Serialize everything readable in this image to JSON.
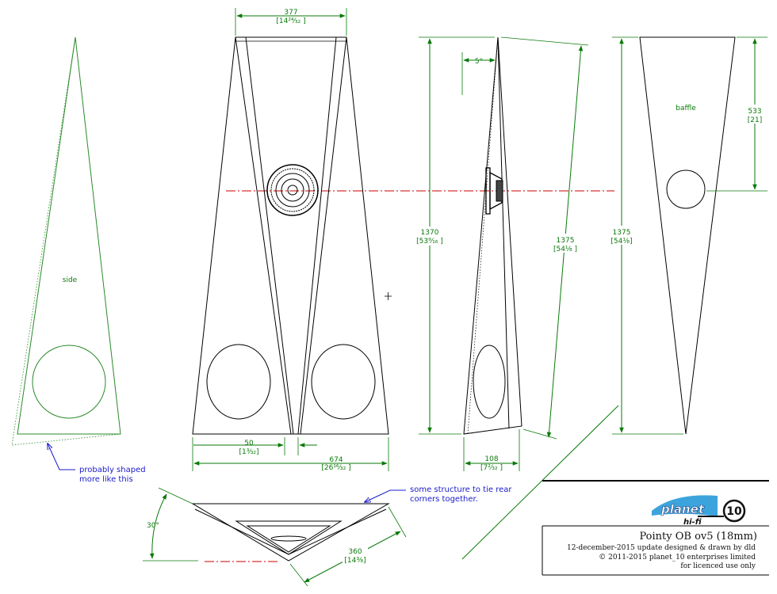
{
  "labels": {
    "side": "side",
    "baffle": "baffle"
  },
  "dimensions": {
    "top_width": "377",
    "top_width_in": "[14²⁴⁄₃₂ ]",
    "gap": "50",
    "gap_in": "[1³⁄₃₂]",
    "base_width": "674",
    "base_width_in": "[26¹⁶⁄₃₂ ]",
    "height_front": "1370",
    "height_front_in": "[53⁹⁄₁₆ ]",
    "angle_side": "5°",
    "depth": "108",
    "depth_in": "[7²⁄₃₂ ]",
    "slant_length": "1375",
    "slant_length_in": "[54¹⁄₈ ]",
    "baffle_length": "1375",
    "baffle_length_in": "[54¹⁄₈]",
    "driver_offset": "533",
    "driver_offset_in": "[21]",
    "angle_plan": "30°",
    "plan_side": "360",
    "plan_side_in": "[14³⁄₈]"
  },
  "notes": {
    "shaped_1": "probably shaped",
    "shaped_2": "more like this",
    "struct_1": "some structure to tie rear",
    "struct_2": "corners together."
  },
  "title_block": {
    "logo_word": "planet",
    "logo_number": "10",
    "logo_sub": "hi-fi",
    "title": "Pointy OB  ov5 (18mm)",
    "line1": "12-december-2015 update designed & drawn by dld",
    "line2": "© 2011-2015 planet_10 enterprises limited",
    "line3": "for licenced use only"
  },
  "colors": {
    "outline": "#000000",
    "dimension": "#0a7a0a",
    "note": "#1a1acc",
    "centerline": "#cc0000"
  }
}
